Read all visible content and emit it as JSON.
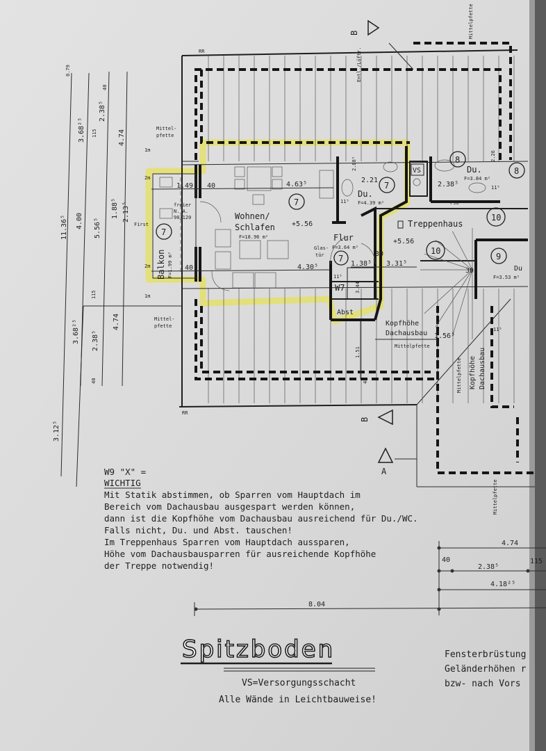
{
  "highlight_color": "#e6e05a",
  "paper_color": "#d9d9d9",
  "title": "Spitzboden",
  "legend": {
    "line1": "VS=Versorgungsschacht",
    "line2": "Alle Wände in Leichtbauweise!"
  },
  "side_note": {
    "line1": "Fensterbrüstung",
    "line2": "Geländerhöhen r",
    "line3": "bzw- nach Vors"
  },
  "note": {
    "heading": "W9 \"X\" =",
    "subheading": "WICHTIG",
    "lines": [
      "Mit Statik abstimmen, ob Sparren vom Hauptdach im",
      "Bereich vom Dachausbau ausgespart werden können,",
      "dann ist die Kopfhöhe vom Dachausbau ausreichend für Du./WC.",
      "Falls nicht, Du. und Abst. tauschen!",
      "Im Treppenhaus Sparren vom Hauptdach aussparen,",
      "Höhe vom Dachausbausparren für ausreichende Kopfhöhe",
      "der Treppe notwendig!"
    ]
  },
  "rooms": {
    "wohnen": {
      "name1": "Wohnen/",
      "name2": "Schlafen",
      "area": "F=18.96 m²",
      "level": "+5.56",
      "number": "7"
    },
    "balkon": {
      "name": "Balkon",
      "area": "F=1.99 m²",
      "number": "7"
    },
    "flur": {
      "name": "Flur",
      "area": "F=3.64 m²",
      "number": "7",
      "door": "Glas-",
      "door2": "tür"
    },
    "du7": {
      "name": "Du.",
      "area": "F=4.39 m²",
      "number": "7"
    },
    "du8": {
      "name": "Du.",
      "area": "F=3.84 m²",
      "number": "8"
    },
    "du9": {
      "name": "Du",
      "area": "F=3.53 m²",
      "number": "9"
    },
    "treppenhaus": {
      "name": "Treppenhaus",
      "number": "10",
      "level": "+5.56",
      "number2": "10"
    },
    "abst": {
      "name": "Abst"
    },
    "w7": {
      "name": "W7"
    },
    "vs": {
      "name": "VS"
    },
    "room8b": {
      "number": "8"
    },
    "kopfhoehe1": {
      "line1": "Kopfhöhe",
      "line2": "Dachausbau"
    },
    "kopfhoehe2": {
      "line1": "Kopfhöhe",
      "line2": "Dachausbau"
    },
    "first": "First",
    "window": {
      "l1": "freier",
      "l2": "N. A.",
      "l3": "90/120"
    },
    "mittelpfette": "Mittelpfette",
    "mittelpfette_a": "Mittel-",
    "mittelpfette_b": "pfette",
    "entl": "Entl./Lüftr.",
    "rr": "RR"
  },
  "section_markers": {
    "b_top": "B",
    "b_bottom": "B",
    "a": "A"
  },
  "dimensions": {
    "left": {
      "d11365": "11.36⁵",
      "d3125": "3.12⁵",
      "d36825a": "3.68²⁵",
      "d400": "4.00",
      "d36825b": "3.68²⁵",
      "d40a": "40",
      "d2385a": "2.38⁵",
      "d115a": "115",
      "d5565": "5.56⁵",
      "d115b": "115",
      "d2385b": "2.38⁵",
      "d40b": "40",
      "d474a": "4.74",
      "d1885": "1.88⁵",
      "d2135": "2.13⁵",
      "d474b": "4.74",
      "d079": "0.79"
    },
    "plan": {
      "d149": "1.49",
      "d40a": "40",
      "d40b": "40",
      "d4635": "4.63⁵",
      "d4305": "4.30⁵",
      "d2885": "2.88⁵",
      "d221": "2.21",
      "d115a": "11⁵",
      "d1385": "1.38⁵",
      "d30a": "30",
      "d3315": "3.31⁵",
      "d30b": "30",
      "d344": "3.44",
      "d115b": "11⁵",
      "d151": "1.51",
      "d40c": "40",
      "d1565": "1.56⁵",
      "d115c": "11⁵",
      "d2385": "2.38⁵",
      "d226": "2.26",
      "d115d": "11⁵",
      "f90": "F90",
      "h2m": "2m",
      "h1m": "1m"
    },
    "bottom": {
      "d474": "4.74",
      "d40": "40",
      "d2385": "2.38⁵",
      "d115": "115",
      "d41825": "4.18²⁵",
      "d804": "8.04"
    }
  }
}
